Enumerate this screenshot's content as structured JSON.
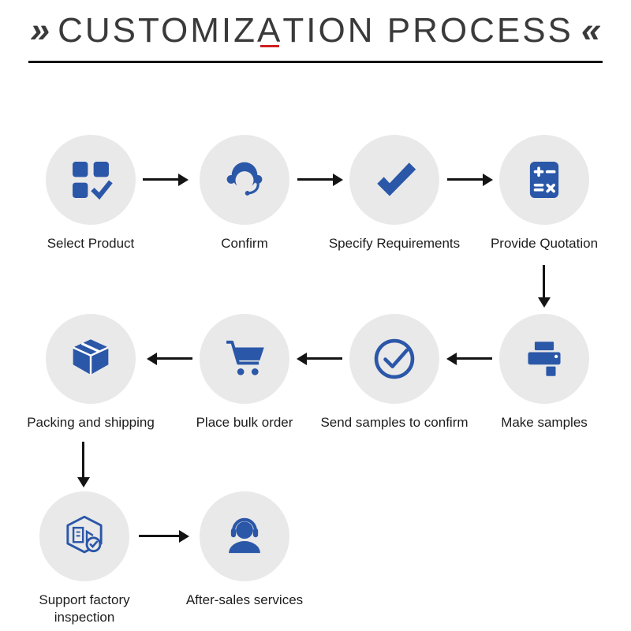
{
  "title": {
    "left_mark": "»",
    "pre": "CUSTOMIZ",
    "accent": "A",
    "post": "TION PROCESS",
    "right_mark": "«"
  },
  "colors": {
    "icon_blue": "#2b57a8",
    "circle_bg": "#e9e9e9",
    "arrow_black": "#141414",
    "title_ink": "#3a3a3a",
    "label_ink": "#1d1d1d",
    "accent_red": "#cf2020"
  },
  "steps": [
    {
      "label": "Select Product",
      "icon": "product-grid-check-icon"
    },
    {
      "label": "Confirm",
      "icon": "customer-service-icon"
    },
    {
      "label": "Specify Requirements",
      "icon": "checkmark-icon"
    },
    {
      "label": "Provide Quotation",
      "icon": "calculator-icon"
    },
    {
      "label": "Make samples",
      "icon": "printer-icon"
    },
    {
      "label": "Send samples to confirm",
      "icon": "circle-check-icon"
    },
    {
      "label": "Place bulk order",
      "icon": "shopping-cart-icon"
    },
    {
      "label": "Packing and shipping",
      "icon": "package-box-icon"
    },
    {
      "label": "Support factory inspection",
      "icon": "factory-inspection-icon"
    },
    {
      "label": "After-sales services",
      "icon": "headset-person-icon"
    }
  ]
}
